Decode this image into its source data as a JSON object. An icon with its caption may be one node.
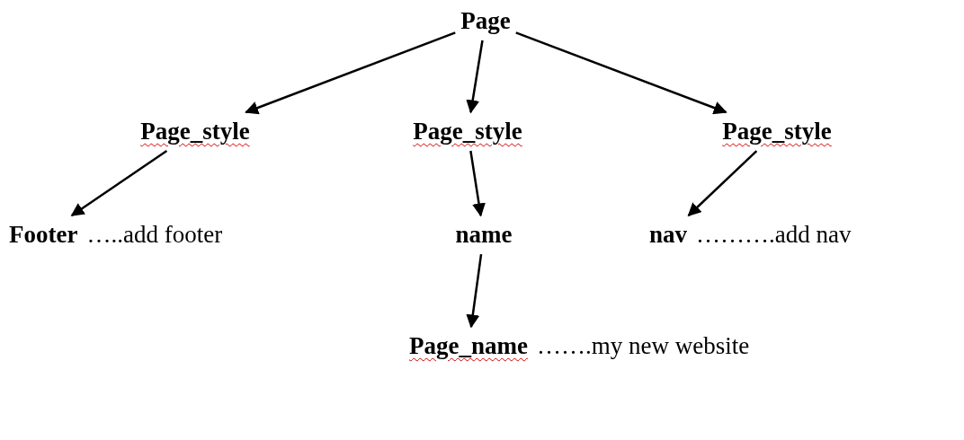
{
  "diagram": {
    "nodes": [
      {
        "text": [
          "Page"
        ]
      },
      {
        "text": [
          "Page_style"
        ]
      },
      {
        "text": [
          "Page_style"
        ]
      },
      {
        "text": [
          "Page_style"
        ]
      },
      {
        "text": [
          "Footer"
        ],
        "beside": [
          "…..add footer"
        ]
      },
      {
        "text": [
          "name"
        ]
      },
      {
        "text": [
          "nav"
        ],
        "beside": [
          "……….add nav"
        ]
      },
      {
        "text": [
          "Page_name"
        ],
        "beside": [
          "…….my new website"
        ]
      }
    ],
    "edges": [
      {
        "from": 0,
        "to": 1,
        "arrow": "to"
      },
      {
        "from": 0,
        "to": 2,
        "arrow": "to"
      },
      {
        "from": 0,
        "to": 3,
        "arrow": "to"
      },
      {
        "from": 1,
        "to": 4,
        "arrow": "to"
      },
      {
        "from": 2,
        "to": 5,
        "arrow": "to"
      },
      {
        "from": 3,
        "to": 6,
        "arrow": "to"
      },
      {
        "from": 5,
        "to": 7,
        "arrow": "to"
      }
    ]
  }
}
